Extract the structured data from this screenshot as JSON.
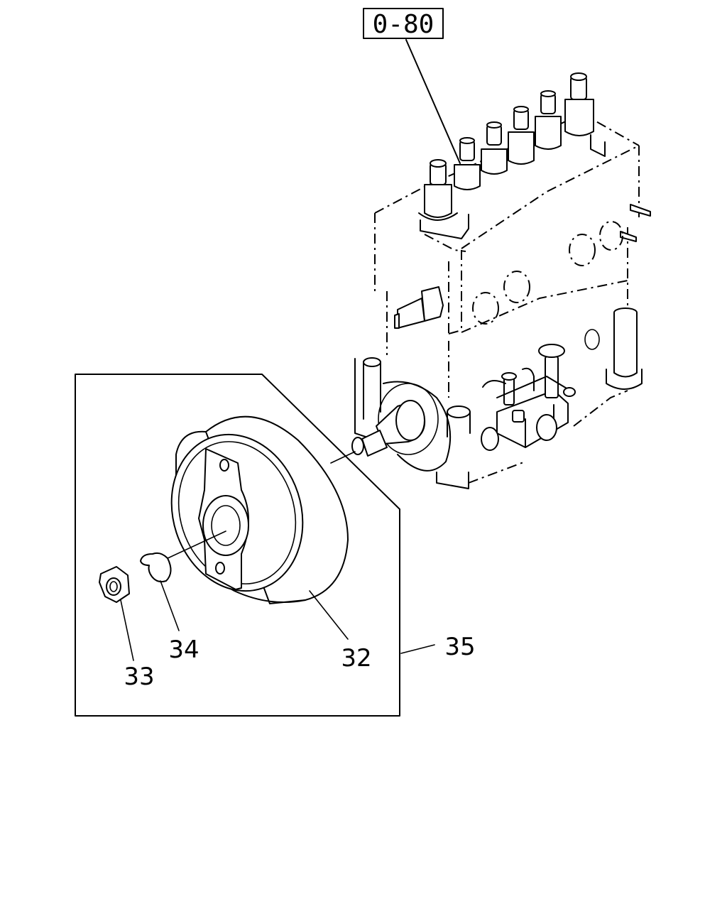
{
  "reference_label": "0-80",
  "callouts": {
    "part_32": "32",
    "part_33": "33",
    "part_34": "34",
    "part_35": "35"
  },
  "colors": {
    "line": "#000000",
    "background": "#ffffff"
  }
}
